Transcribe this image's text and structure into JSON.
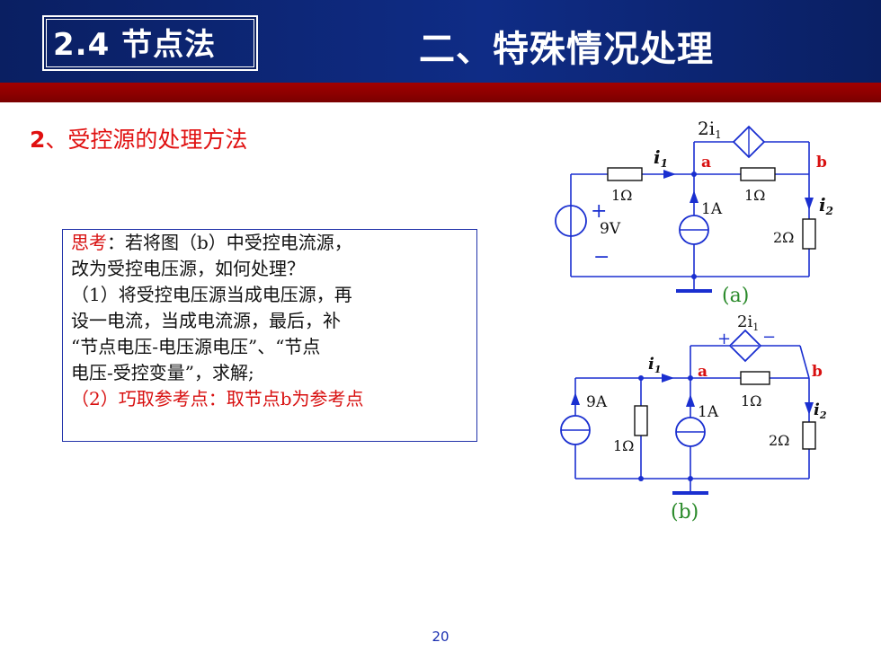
{
  "header": {
    "section": "2.4 节点法",
    "title": "二、特殊情况处理"
  },
  "subtitle": {
    "number": "2",
    "text": "、受控源的处理方法"
  },
  "note": {
    "lines": [
      {
        "prefix": "思考",
        "text": "：若将图（b）中受控电流源，"
      },
      {
        "text": "改为受控电压源，如何处理？"
      },
      {
        "text": "（1）将受控电压源当成电压源，再"
      },
      {
        "text": "设一电流，当成电流源，最后，补"
      },
      {
        "text": "“节点电压-电压源电压”、“节点"
      },
      {
        "text": "电压-受控变量”，求解;"
      },
      {
        "text": "（2）巧取参考点：取节点b为参考点"
      }
    ]
  },
  "circuit_a": {
    "caption": "(a)",
    "dep_source": "2i",
    "dep_source_sub": "1",
    "i1": "i",
    "i1_sub": "1",
    "i2": "i",
    "i2_sub": "2",
    "node_a": "a",
    "node_b": "b",
    "r_left": "1Ω",
    "r_right": "1Ω",
    "r_bottom": "2Ω",
    "current_source": "1A",
    "voltage_source": "9V",
    "plus": "+",
    "minus": "−"
  },
  "circuit_b": {
    "caption": "(b)",
    "dep_source": "2i",
    "dep_source_sub": "1",
    "i1": "i",
    "i1_sub": "1",
    "i2": "i",
    "i2_sub": "2",
    "node_a": "a",
    "node_b": "b",
    "r_shunt": "1Ω",
    "r_right": "1Ω",
    "r_bottom": "2Ω",
    "current_source_left": "9A",
    "current_source_mid": "1A",
    "plus": "+",
    "minus": "−"
  },
  "page_number": "20",
  "colors": {
    "header_blue": "#0f2c86",
    "header_red": "#a30000",
    "accent_red": "#e01010",
    "wire_blue": "#1a2fd0",
    "caption_green": "#2a8a2a"
  }
}
